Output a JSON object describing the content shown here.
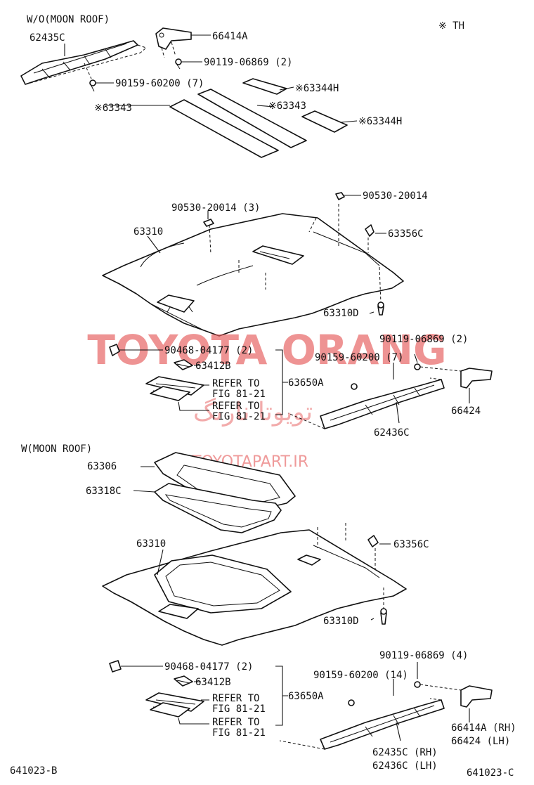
{
  "header": {
    "variant_top": "W/O(MOON ROOF)",
    "variant_bottom": "W(MOON ROOF)",
    "th_note": "※ TH"
  },
  "watermark": {
    "main": "TOYOTA ORANG",
    "persian": "تویوتا نارنگ",
    "site": "TOYOTAPART.IR"
  },
  "labels_top": {
    "p62435c": "62435C",
    "p66414a": "66414A",
    "p90119_2": "90119-06869 (2)",
    "p90159_7": "90159-60200 (7)",
    "p63344h_a": "※63344H",
    "p63343_a": "※63343",
    "p63343_b": "※63343",
    "p63344h_b": "※63344H"
  },
  "labels_mid": {
    "p90530_20014": "90530-20014",
    "p90530_20014_3": "90530-20014 (3)",
    "p63310": "63310",
    "p63356c": "63356C",
    "p63310d": "63310D",
    "p90468_2": "90468-04177 (2)",
    "p63412b": "63412B",
    "p63650a": "63650A",
    "refer1": "REFER TO",
    "fig1": "FIG 81-21",
    "refer2": "REFER TO",
    "fig2": "FIG 81-21",
    "p90119_2b": "90119-06869 (2)",
    "p90159_7b": "90159-60200 (7)",
    "p66424": "66424",
    "p62436c": "62436C"
  },
  "labels_bottom": {
    "p63306": "63306",
    "p63318c": "63318C",
    "p63310": "63310",
    "p63356c": "63356C",
    "p63310d": "63310D",
    "p90468_2": "90468-04177 (2)",
    "p63412b": "63412B",
    "p63650a": "63650A",
    "refer1": "REFER TO",
    "fig1": "FIG 81-21",
    "refer2": "REFER TO",
    "fig2": "FIG 81-21",
    "p90119_4": "90119-06869 (4)",
    "p90159_14": "90159-60200 (14)",
    "p66414a_rh": "66414A (RH)",
    "p66424_lh": "66424  (LH)",
    "p62435c_rh": "62435C (RH)",
    "p62436c_lh": "62436C (LH)"
  },
  "footer": {
    "left_code": "641023-B",
    "right_code": "641023-C"
  },
  "colors": {
    "watermark": "#e65a5a",
    "line": "#111111"
  }
}
